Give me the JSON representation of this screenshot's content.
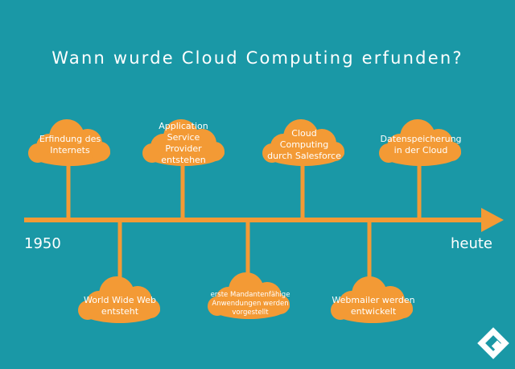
{
  "title": "Wann wurde Cloud Computing erfunden?",
  "start_label": "1950",
  "end_label": "heute",
  "colors": {
    "background": "#1a98a6",
    "accent": "#f39a35",
    "text": "#ffffff"
  },
  "events": {
    "top": [
      {
        "label": "Erfindung des Internets"
      },
      {
        "label": "Application Service Provider entstehen"
      },
      {
        "label": "Cloud Computing durch Salesforce"
      },
      {
        "label": "Datenspeicherung in der Cloud"
      }
    ],
    "bottom": [
      {
        "label": "World Wide Web entsteht"
      },
      {
        "label": "erste Mandantenfähige Anwendungen werden vorgestellt"
      },
      {
        "label": "Webmailer werden entwickelt"
      }
    ]
  },
  "logo": {
    "name": "diamond-logo-icon"
  }
}
